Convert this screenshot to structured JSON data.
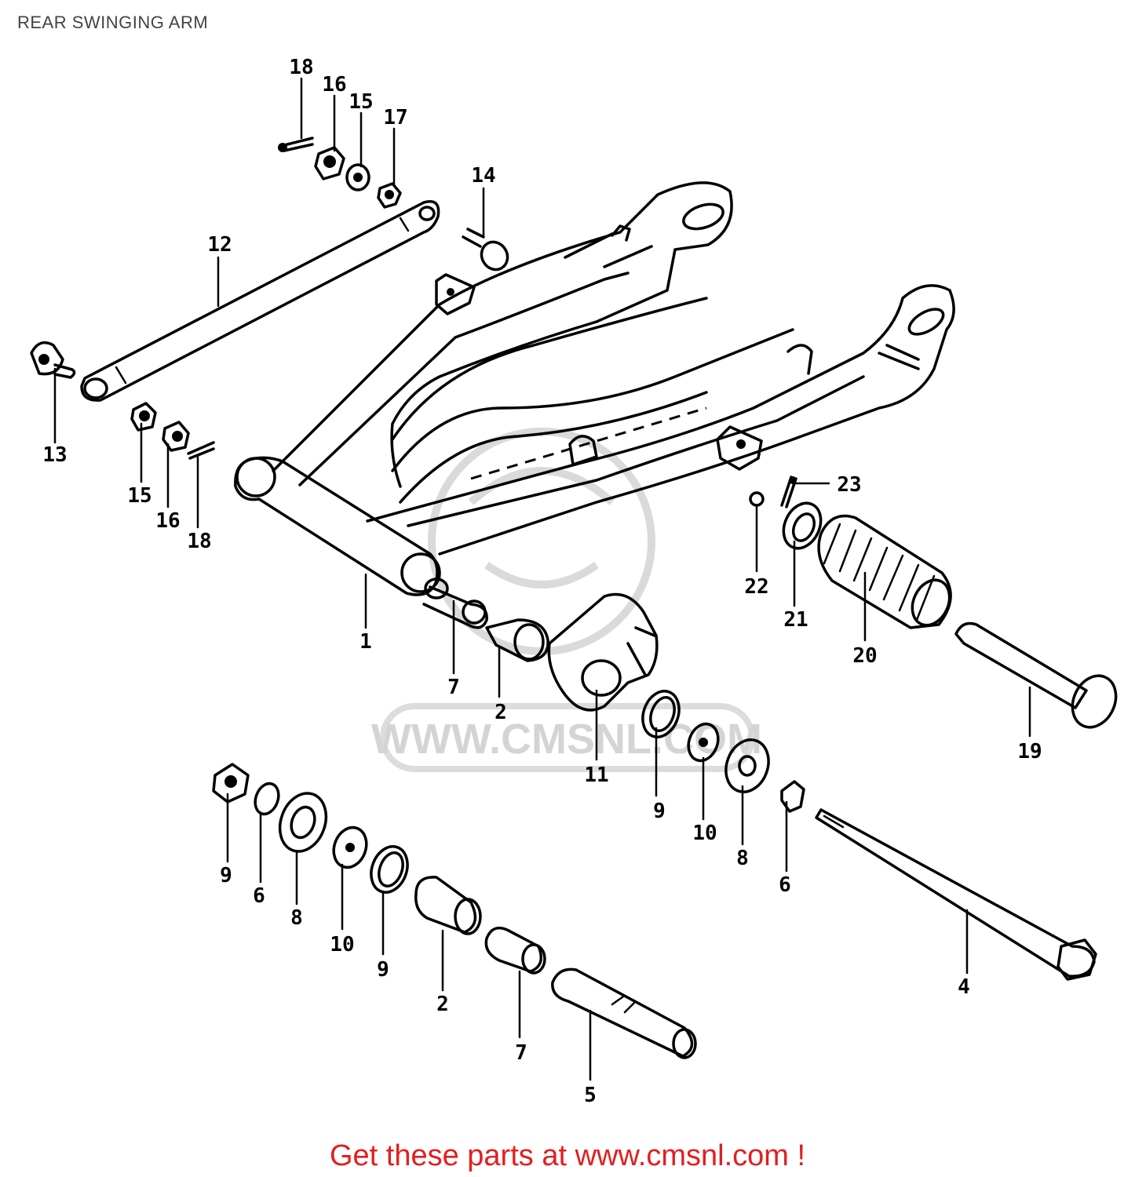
{
  "page": {
    "title": "REAR SWINGING ARM",
    "footer": "Get these parts at www.cmsnl.com !"
  },
  "watermark": {
    "text": "WWW.CMSNL.COM",
    "color": "#d4d4d4"
  },
  "colors": {
    "line": "#000000",
    "footer": "#e41e1e",
    "title": "#444444"
  },
  "diagram": {
    "labels": [
      {
        "id": "l18a",
        "text": "18"
      },
      {
        "id": "l16a",
        "text": "16"
      },
      {
        "id": "l15a",
        "text": "15"
      },
      {
        "id": "l17",
        "text": "17"
      },
      {
        "id": "l14",
        "text": "14"
      },
      {
        "id": "l12",
        "text": "12"
      },
      {
        "id": "l13",
        "text": "13"
      },
      {
        "id": "l15b",
        "text": "15"
      },
      {
        "id": "l16b",
        "text": "16"
      },
      {
        "id": "l18b",
        "text": "18"
      },
      {
        "id": "l23",
        "text": "23"
      },
      {
        "id": "l22",
        "text": "22"
      },
      {
        "id": "l21",
        "text": "21"
      },
      {
        "id": "l20",
        "text": "20"
      },
      {
        "id": "l1a",
        "text": "1"
      },
      {
        "id": "l7a",
        "text": "7"
      },
      {
        "id": "l2a",
        "text": "2"
      },
      {
        "id": "l11",
        "text": "11"
      },
      {
        "id": "l9a",
        "text": "9"
      },
      {
        "id": "l10a",
        "text": "10"
      },
      {
        "id": "l8a",
        "text": "8"
      },
      {
        "id": "l6a",
        "text": "6"
      },
      {
        "id": "l19",
        "text": "19"
      },
      {
        "id": "l9b",
        "text": "9"
      },
      {
        "id": "l6b",
        "text": "6"
      },
      {
        "id": "l8b",
        "text": "8"
      },
      {
        "id": "l10b",
        "text": "10"
      },
      {
        "id": "l9c",
        "text": "9"
      },
      {
        "id": "l2b",
        "text": "2"
      },
      {
        "id": "l7b",
        "text": "7"
      },
      {
        "id": "l5",
        "text": "5"
      },
      {
        "id": "l4",
        "text": "4"
      }
    ]
  }
}
